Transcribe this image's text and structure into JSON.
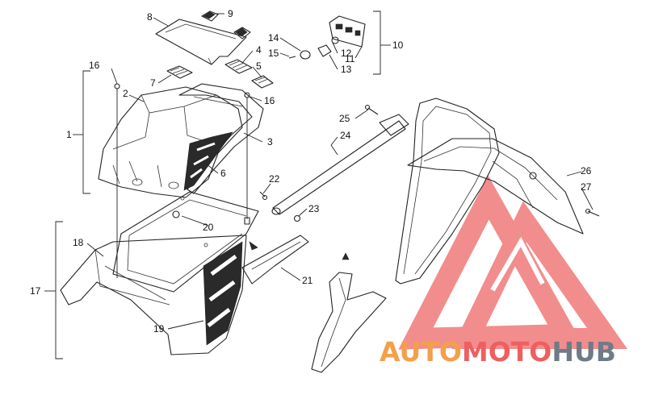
{
  "diagram": {
    "callouts": [
      "1",
      "2",
      "3",
      "4",
      "5",
      "6",
      "7",
      "8",
      "9",
      "10",
      "11",
      "12",
      "13",
      "14",
      "15",
      "16",
      "16",
      "17",
      "18",
      "19",
      "20",
      "21",
      "22",
      "23",
      "24",
      "25",
      "26",
      "27"
    ],
    "watermark": {
      "word_parts": [
        "AUTO",
        "MOTO",
        "HUB"
      ],
      "colors": {
        "auto": "#f4a04a",
        "moto": "#ef5f5f",
        "hub": "#6f7b86",
        "logo": "#f07a7a"
      }
    }
  }
}
